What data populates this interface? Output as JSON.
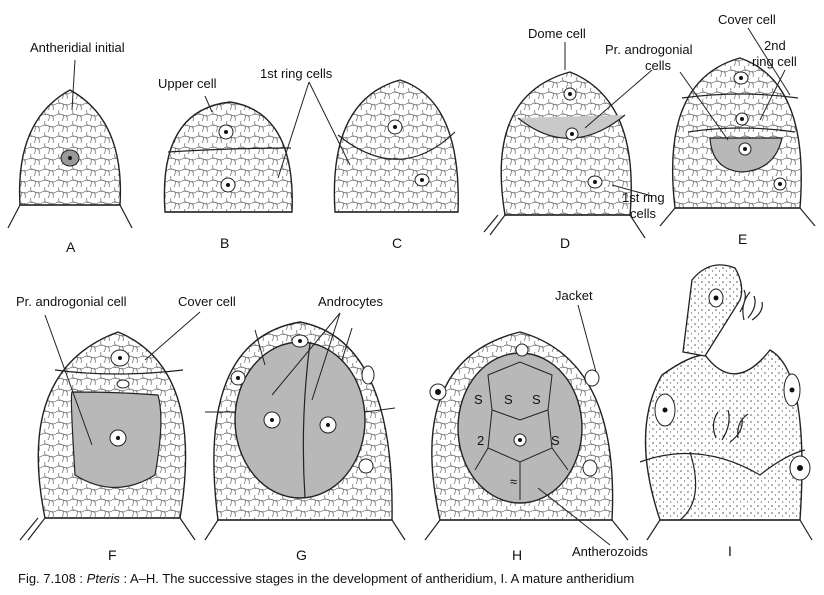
{
  "labels": {
    "antheridial_initial": "Antheridial initial",
    "upper_cell": "Upper cell",
    "first_ring_cells": "1st ring cells",
    "dome_cell": "Dome cell",
    "pr_androgonial_cells": "Pr. androgonial cells",
    "cover_cell_e": "Cover cell",
    "second_ring_cell": "2nd ring cell",
    "first_ring_cells_d": "1st ring cells",
    "pr_androgonial_cell": "Pr. androgonial cell",
    "cover_cell_f": "Cover cell",
    "androcytes": "Androcytes",
    "jacket": "Jacket",
    "antherozoids": "Antherozoids"
  },
  "panels": [
    "A",
    "B",
    "C",
    "D",
    "E",
    "F",
    "G",
    "H",
    "I"
  ],
  "caption": {
    "prefix": "Fig. 7.108 : ",
    "genus": "Pteris",
    "text": " : A–H. The successive stages in the development of antheridium, I. A mature antheridium"
  }
}
